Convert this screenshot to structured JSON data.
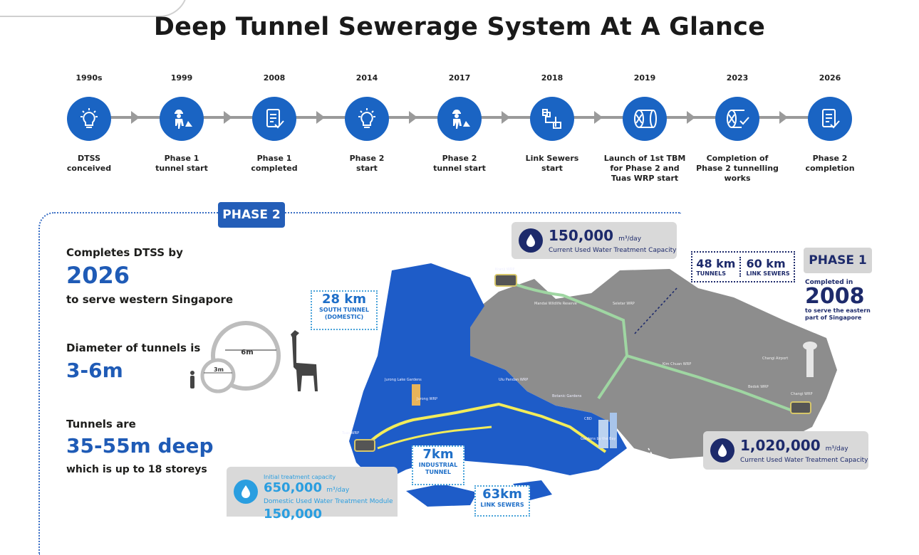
{
  "title": "Deep Tunnel Sewerage System At A Glance",
  "timeline": [
    {
      "year": "1990s",
      "label_lines": [
        "DTSS",
        "conceived"
      ],
      "icon": "lightbulb-icon"
    },
    {
      "year": "1999",
      "label_lines": [
        "Phase 1",
        "tunnel start"
      ],
      "icon": "construction-worker-icon"
    },
    {
      "year": "2008",
      "label_lines": [
        "Phase 1",
        "completed"
      ],
      "icon": "checklist-icon"
    },
    {
      "year": "2014",
      "label_lines": [
        "Phase 2",
        "start"
      ],
      "icon": "lightbulb-icon"
    },
    {
      "year": "2017",
      "label_lines": [
        "Phase 2",
        "tunnel start"
      ],
      "icon": "construction-worker-icon"
    },
    {
      "year": "2018",
      "label_lines": [
        "Link Sewers",
        "start"
      ],
      "icon": "pipe-network-icon"
    },
    {
      "year": "2019",
      "label_lines": [
        "Launch of 1st TBM",
        "for Phase 2 and",
        "Tuas WRP start"
      ],
      "icon": "tunnel-boring-machine-icon"
    },
    {
      "year": "2023",
      "label_lines": [
        "Completion of",
        "Phase 2 tunnelling",
        "works"
      ],
      "icon": "tbm-check-icon"
    },
    {
      "year": "2026",
      "label_lines": [
        "Phase 2",
        "completion"
      ],
      "icon": "checklist-icon"
    }
  ],
  "phase2": {
    "badge": "PHASE 2",
    "completes_label": "Completes DTSS by",
    "completes_year": "2026",
    "serve_label": "to serve western Singapore",
    "diameter_label": "Diameter of tunnels is",
    "diameter_value": "3-6m",
    "circle_large": "6m",
    "circle_small": "3m",
    "tunnels_label": "Tunnels are",
    "depth_value": "35-55m deep",
    "storeys_label": "which is up to 18 storeys"
  },
  "callouts": {
    "south_tunnel": {
      "km": "28 km",
      "line1": "SOUTH TUNNEL",
      "line2": "(DOMESTIC)"
    },
    "industrial": {
      "km": "7km",
      "line1": "INDUSTRIAL",
      "line2": "TUNNEL"
    },
    "link_sewers_63": {
      "km": "63km",
      "line1": "LINK SEWERS"
    }
  },
  "capacity": {
    "kranji": {
      "value": "150,000",
      "unit": "m³/day",
      "desc": "Current Used Water Treatment Capacity"
    },
    "changi": {
      "value": "1,020,000",
      "unit": "m³/day",
      "desc": "Current Used Water Treatment Capacity"
    },
    "tuas": {
      "pre": "Initial treatment capacity",
      "value": "650,000",
      "unit": "m³/day",
      "desc": "Domestic Used Water Treatment Module",
      "next": "150,000"
    }
  },
  "phase1": {
    "badge": "PHASE 1",
    "tunnels_km": "48 km",
    "tunnels_label": "TUNNELS",
    "link_km": "60 km",
    "link_label": "LINK SEWERS",
    "completed_in": "Completed in",
    "year": "2008",
    "serve_line1": "to serve the eastern",
    "serve_line2": "part of Singapore"
  },
  "map_labels": {
    "kranji": "Kranji WRP",
    "mandai": "Mandai Wildlife Reserve",
    "seletar": "Seletar WRP",
    "jurong_lake": "Jurong Lake Gardens",
    "jurong_wrp": "Jurong WRP",
    "ulu_pandan": "Ulu Pandan WRP",
    "botanic": "Botanic Gardens",
    "kim_chuan": "Kim Chuan WRP",
    "bedok": "Bedok WRP",
    "changi_airport": "Changi Airport",
    "changi_wrp": "Changi WRP",
    "tuas_wrp": "Tuas WRP",
    "cbd": "CBD",
    "gardens_bay": "Gardens by the Bay"
  },
  "colors": {
    "blue": "#1a64c3",
    "navy": "#1d2a6b",
    "grey": "#9a9a9a",
    "land_grey": "#8c8c8c",
    "land_blue": "#1e5cc8",
    "tunnel_green": "#9fd6a2",
    "tunnel_yellow": "#f2ec5a"
  }
}
